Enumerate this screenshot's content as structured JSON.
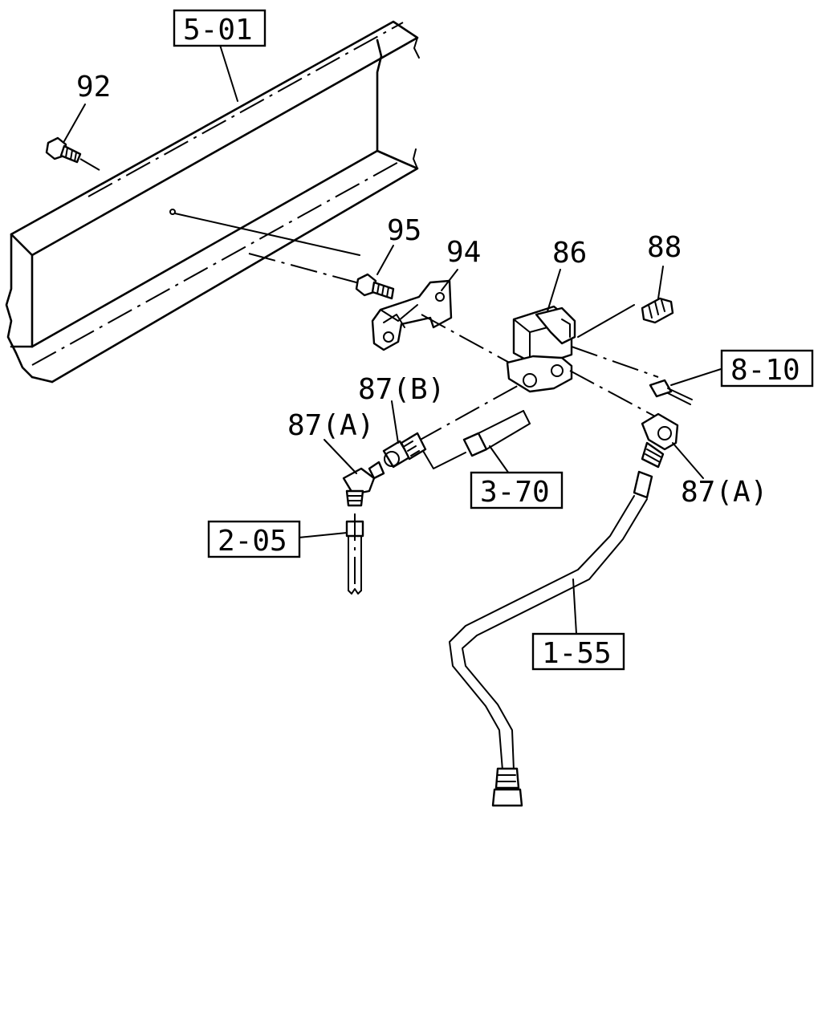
{
  "references": {
    "r_5_01": "5-01",
    "r_8_10": "8-10",
    "r_3_70": "3-70",
    "r_2_05": "2-05",
    "r_1_55": "1-55"
  },
  "parts": {
    "p92": "92",
    "p95": "95",
    "p94": "94",
    "p86": "86",
    "p88": "88",
    "p87b": "87(B)",
    "p87a_left": "87(A)",
    "p87a_right": "87(A)"
  }
}
